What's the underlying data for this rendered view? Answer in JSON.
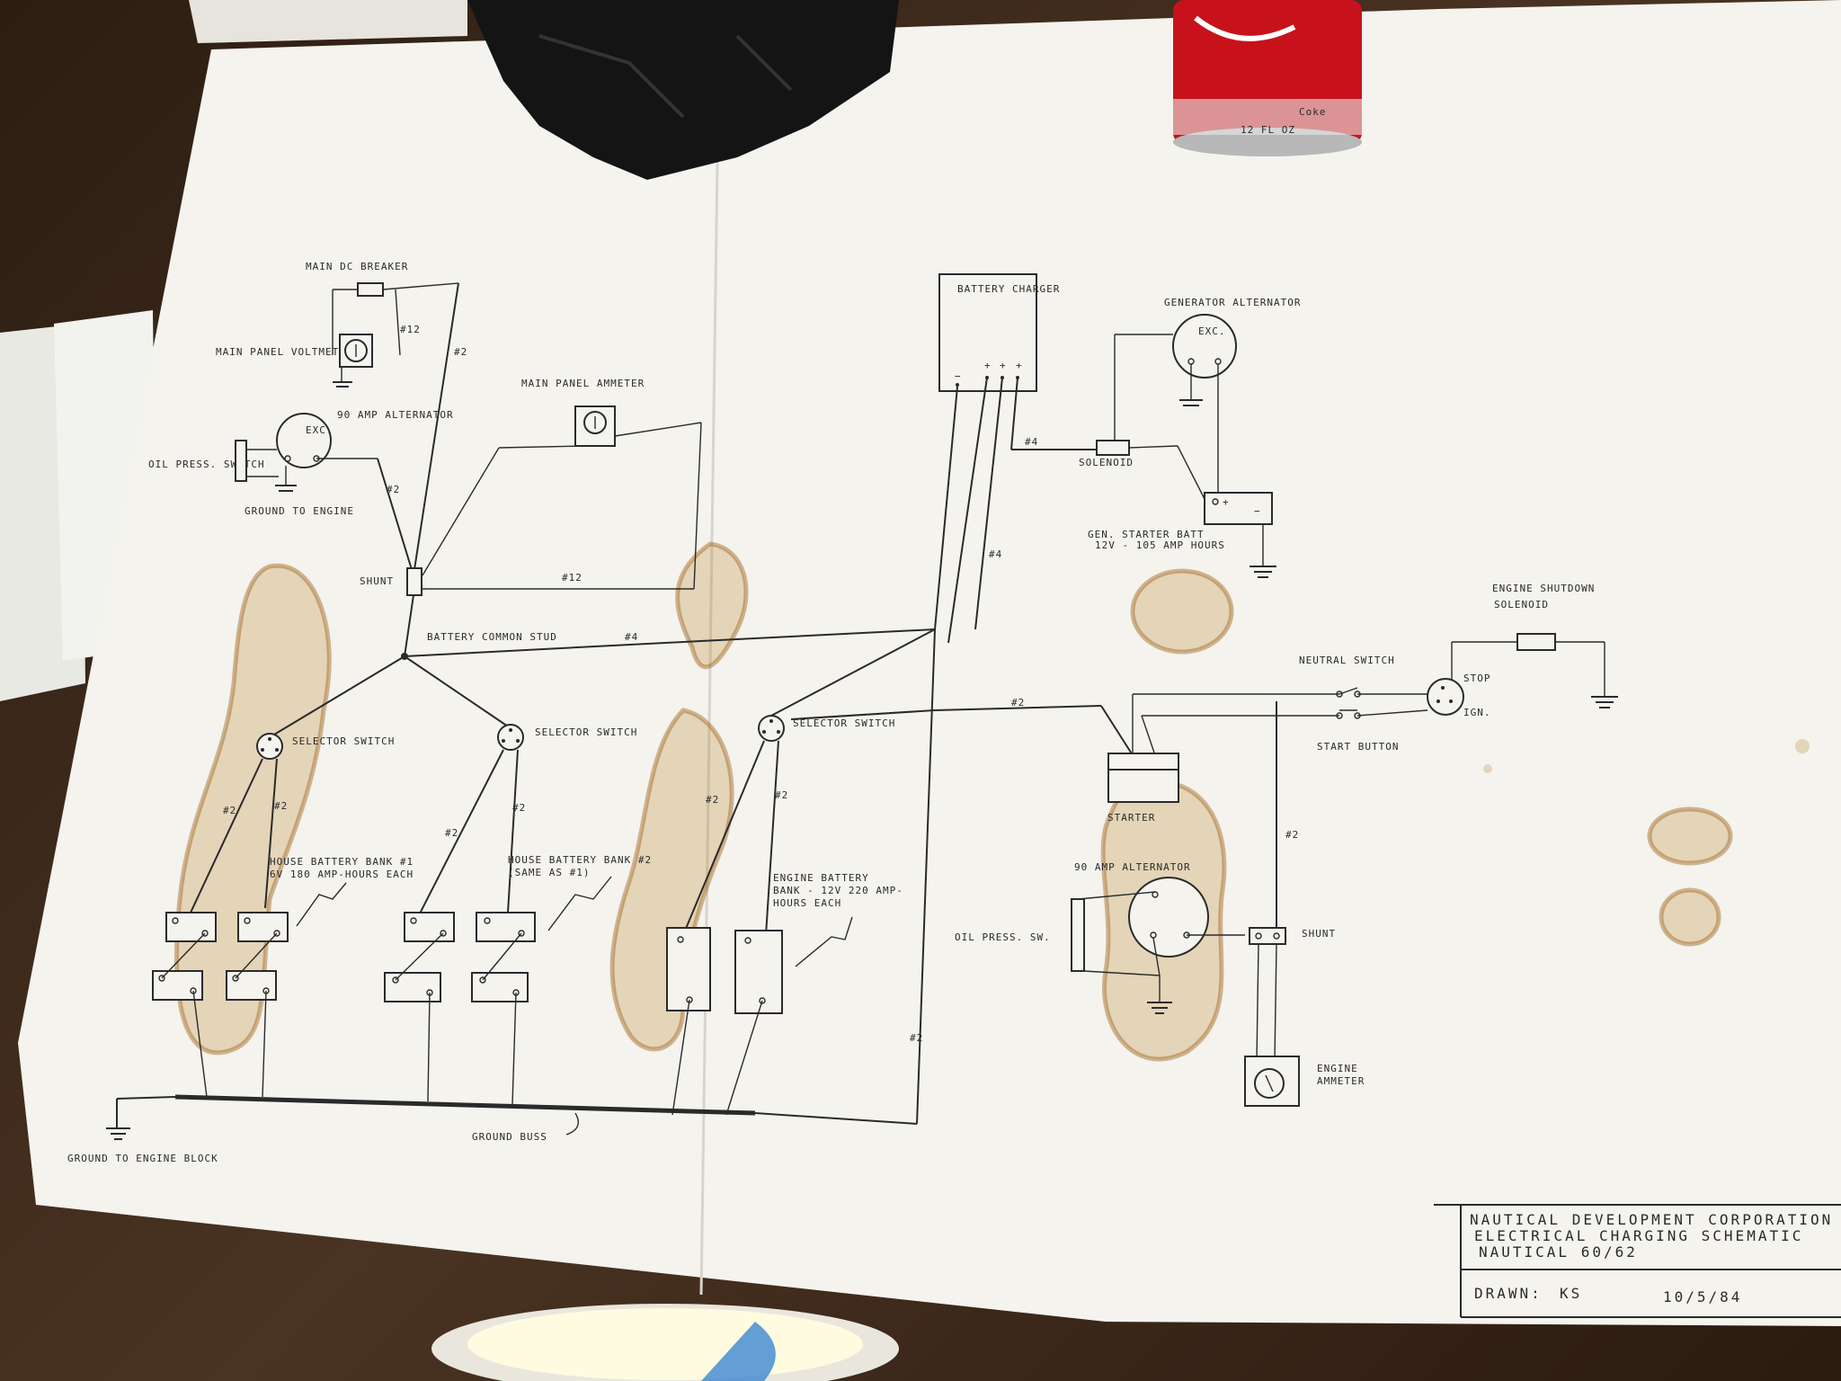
{
  "labels": {
    "main_dc_breaker": "MAIN DC BREAKER",
    "main_panel_voltmeter": "MAIN PANEL VOLTMETER",
    "wire_12_top": "#12",
    "wire_2_top": "#2",
    "alt90_top": "90 AMP ALTERNATOR",
    "exc_top": "EXC.",
    "oil_press_switch_top": "OIL PRESS. SWITCH",
    "ground_to_engine": "GROUND TO ENGINE",
    "main_panel_ammeter": "MAIN PANEL AMMETER",
    "wire_2_mid": "#2",
    "shunt_top": "SHUNT",
    "wire_12_mid": "#12",
    "battery_common_stud": "BATTERY COMMON STUD",
    "wire_4_common": "#4",
    "battery_charger": "BATTERY CHARGER",
    "wire_4_charger": "#4",
    "wire_4_vertical": "#4",
    "generator_alternator": "GENERATOR ALTERNATOR",
    "gen_exc": "EXC.",
    "solenoid": "SOLENOID",
    "gen_starter_batt": "GEN. STARTER BATT",
    "gen_batt_spec": "12V - 105 AMP HOURS",
    "engine_shutdown_solenoid_1": "ENGINE SHUTDOWN",
    "engine_shutdown_solenoid_2": "SOLENOID",
    "neutral_switch": "NEUTRAL SWITCH",
    "stop": "STOP",
    "ign": "IGN.",
    "start_button": "START BUTTON",
    "selector_switch_1": "SELECTOR SWITCH",
    "selector_switch_2": "SELECTOR SWITCH",
    "selector_switch_3": "SELECTOR SWITCH",
    "wire_2_bus": "#2",
    "starter": "STARTER",
    "wire_2_right": "#2",
    "alt90_bottom": "90 AMP ALTERNATOR",
    "oil_press_sw": "OIL PRESS. SW.",
    "shunt_bottom": "SHUNT",
    "engine_ammeter_1": "ENGINE",
    "engine_ammeter_2": "AMMETER",
    "house_bank_1_a": "HOUSE BATTERY BANK #1",
    "house_bank_1_b": "6V 180 AMP-HOURS EACH",
    "house_bank_2_a": "HOUSE BATTERY BANK #2",
    "house_bank_2_b": "(SAME AS #1)",
    "engine_bank_a": "ENGINE BATTERY",
    "engine_bank_b": "BANK - 12V 220 AMP-",
    "engine_bank_c": "HOURS EACH",
    "wire_2_sel1": "#2",
    "wire_2_sel1b": "#2",
    "wire_2_sel2": "#2",
    "wire_2_sel2b": "#2",
    "wire_2_sel3": "#2",
    "wire_2_sel3b": "#2",
    "wire_2_long": "#2",
    "ground_buss": "GROUND BUSS",
    "ground_to_engine_block": "GROUND TO ENGINE BLOCK"
  },
  "title_block": {
    "company": "NAUTICAL DEVELOPMENT CORPORATION",
    "title": "ELECTRICAL CHARGING SCHEMATIC",
    "model": "NAUTICAL 60/62",
    "drawn_label": "DRAWN:",
    "drawn_by": "KS",
    "date": "10/5/84"
  },
  "can": {
    "brand": "Coke",
    "size": "12 FL OZ"
  },
  "colors": {
    "paper": "#f4f3ee",
    "ink": "#2a2a2a",
    "stain": "#b9852f",
    "can_red": "#c8121b",
    "desk": "#3a2a1f"
  }
}
